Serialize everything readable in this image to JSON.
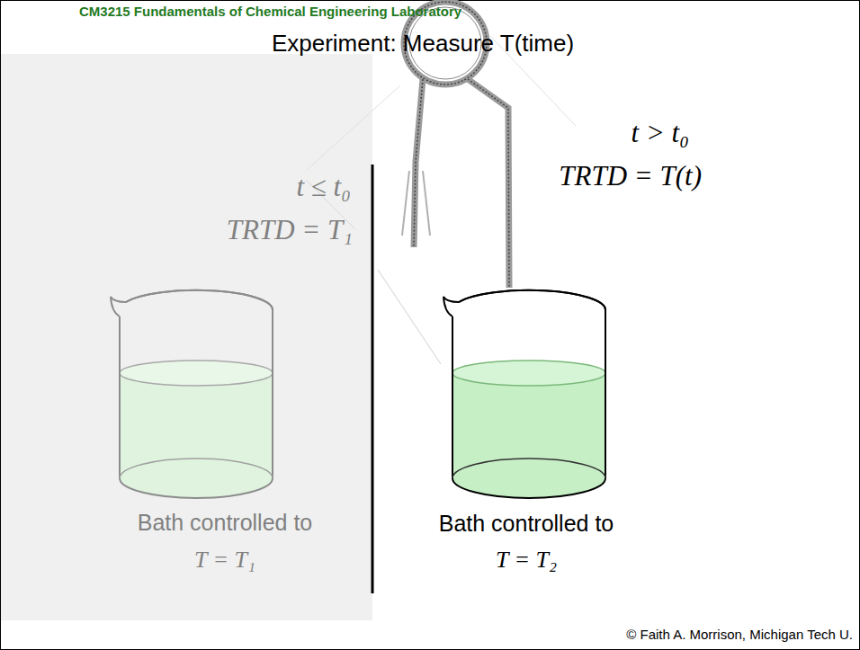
{
  "diagram": {
    "title": "Experiment: Measure T(time)",
    "nodes": [
      {
        "text": [
          "t ≤ t₀",
          "TRTD = T₁",
          "Bath controlled to",
          "T = T₁"
        ]
      }
    ],
    "labels": [
      "CM3215 Fundamentals of Chemical Engineering Laboratory",
      "t > t₀",
      "TRTD = T(t)",
      "Bath controlled to",
      "T = T₂",
      "© Faith A. Morrison, Michigan Tech U."
    ]
  }
}
